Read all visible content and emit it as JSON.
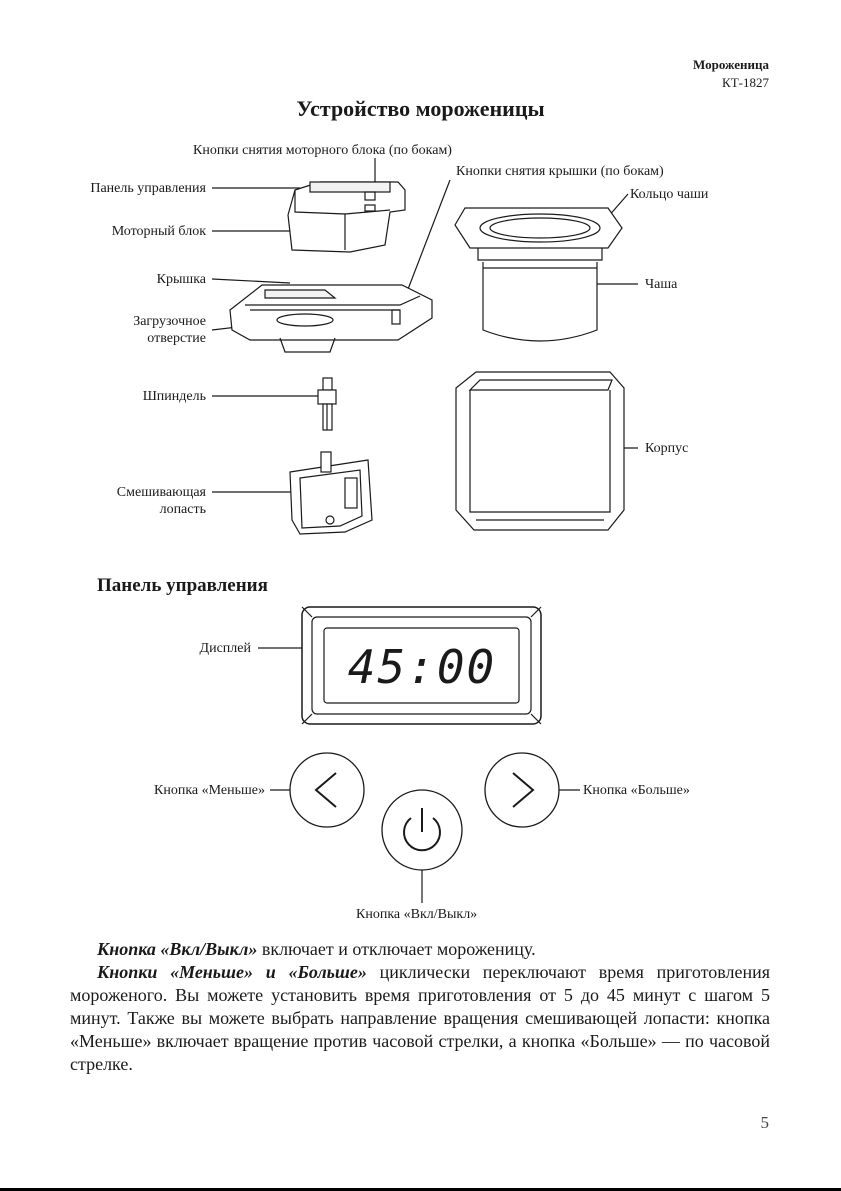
{
  "header": {
    "product": "Мороженица",
    "model": "КТ-1827"
  },
  "title": "Устройство мороженицы",
  "diagram_labels": {
    "motor_release": "Кнопки снятия моторного блока (по бокам)",
    "lid_release": "Кнопки снятия крышки (по бокам)",
    "control_panel": "Панель управления",
    "motor_block": "Моторный блок",
    "lid": "Крышка",
    "loading_hole_1": "Загрузочное",
    "loading_hole_2": "отверстие",
    "spindle": "Шпиндель",
    "paddle_1": "Смешивающая",
    "paddle_2": "лопасть",
    "bowl_ring": "Кольцо чаши",
    "bowl": "Чаша",
    "body": "Корпус"
  },
  "panel_section": {
    "title": "Панель управления",
    "display_label": "Дисплей",
    "display_value": "45:00",
    "less_button": "Кнопка «Меньше»",
    "more_button": "Кнопка «Больше»",
    "power_button": "Кнопка «Вкл/Выкл»"
  },
  "text": {
    "p1_em": "Кнопка «Вкл/Выкл»",
    "p1_rest": " включает и отключает мороженицу.",
    "p2_em": "Кнопки «Меньше» и «Больше»",
    "p2_rest": " циклически переключают время приготовления мороженого. Вы можете установить время приготовления от 5 до 45 минут с шагом 5 минут. Также вы можете выбрать направление вращения смешивающей лопасти: кнопка «Меньше» включает вращение против часовой стрелки, а кнопка «Больше» — по часовой стрелке."
  },
  "page_number": "5"
}
